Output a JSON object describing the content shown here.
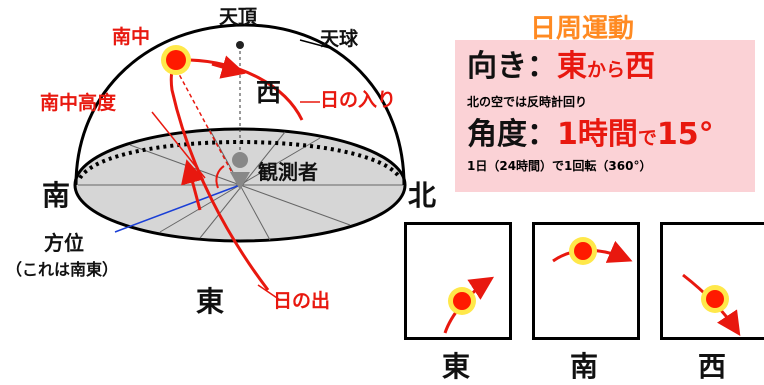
{
  "diagram": {
    "zenith": "天頂",
    "celestial_sphere": "天球",
    "culmination": "南中",
    "culmination_altitude": "南中高度",
    "west": "西",
    "sunset": "日の入り",
    "observer": "観測者",
    "south": "南",
    "north": "北",
    "azimuth": "方位",
    "azimuth_note": "（これは南東）",
    "east": "東",
    "sunrise": "日の出"
  },
  "info": {
    "title": "日周運動",
    "direction_label": "向き：",
    "direction_from": "東",
    "direction_kara": "から",
    "direction_to": "西",
    "direction_note": "北の空では反時計回り",
    "angle_label": "角度：",
    "angle_time": "1時間",
    "angle_de": "で",
    "angle_value": "15°",
    "angle_note": "1日（24時間）で1回転（360°）"
  },
  "panels": [
    {
      "label": "東"
    },
    {
      "label": "南"
    },
    {
      "label": "西"
    }
  ],
  "colors": {
    "accent": "#e8180f",
    "title": "#ff8a22",
    "info_bg": "#fbd2d6",
    "ground": "#d8d8d8",
    "sun": "#ff1a00",
    "sun_glow": "#ffe84a"
  }
}
